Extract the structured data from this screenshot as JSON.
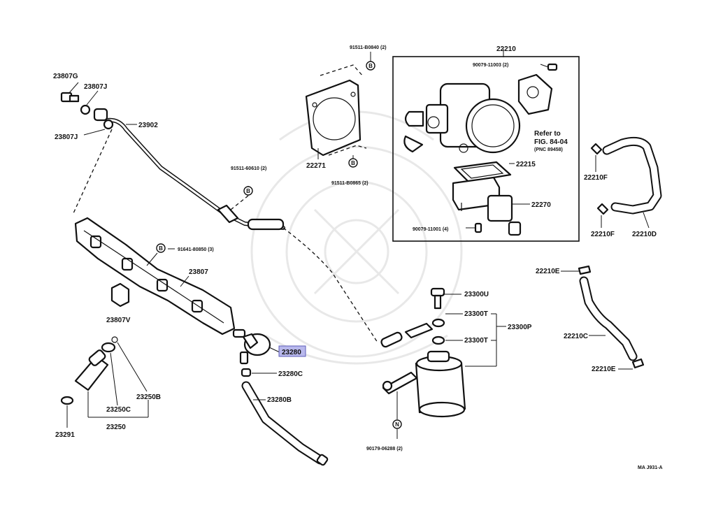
{
  "labels": {
    "p22210": "22210",
    "p90079_11003": "90079-11003 (2)",
    "refer_line1": "Refer to",
    "refer_line2": "FIG. 84-04",
    "refer_pnc": "(PNC 89458)",
    "p22215": "22215",
    "p22270": "22270",
    "p90079_11001": "90079-11001 (4)",
    "p91511_b0840": "91511-B0840 (2)",
    "p22271": "22271",
    "p91511_b0865": "91511-B0865 (2)",
    "p23807g": "23807G",
    "p23807j_top": "23807J",
    "p23807j_left": "23807J",
    "p23902": "23902",
    "p91511_60610": "91511-60610 (2)",
    "p91641_80850": "91641-80850 (3)",
    "p23807": "23807",
    "p23807v": "23807V",
    "p23280": "23280",
    "p23280c": "23280C",
    "p23280b": "23280B",
    "p23250b": "23250B",
    "p23250c": "23250C",
    "p23250": "23250",
    "p23291": "23291",
    "p23300u": "23300U",
    "p23300t_top": "23300T",
    "p23300t_bottom": "23300T",
    "p23300p": "23300P",
    "p90179_06288": "90179-06288 (2)",
    "p22210f_top": "22210F",
    "p22210f_bottom": "22210F",
    "p22210d": "22210D",
    "p22210e_top": "22210E",
    "p22210c": "22210C",
    "p22210e_bottom": "22210E",
    "figure_code": "MA J931-A"
  },
  "badges": {
    "b_top": "B",
    "b_bottom": "B",
    "b_pipe": "B",
    "b_rail": "B",
    "n_filter": "N"
  },
  "highlight": {
    "part": "23280",
    "color": "#b8b8ec"
  }
}
